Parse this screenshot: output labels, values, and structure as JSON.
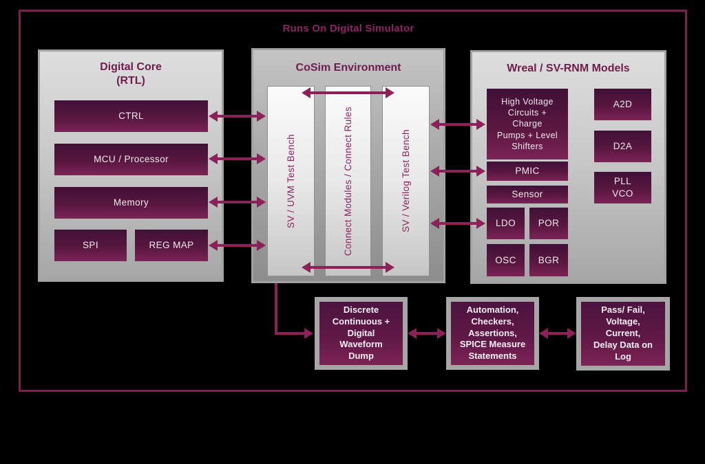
{
  "title": "Runs On Digital Simulator",
  "colors": {
    "accent": "#8a2159",
    "frame_border": "#7b2150",
    "heading_text": "#6e1b4d",
    "block_gradient_top": "#401036",
    "block_gradient_bottom": "#7b2355",
    "panel_gray_light": "#dedede",
    "panel_gray_dark": "#8d8d8d",
    "block_text": "#f3eaf0"
  },
  "digital_core": {
    "title": "Digital Core\n(RTL)",
    "blocks": [
      "CTRL",
      "MCU / Processor",
      "Memory"
    ],
    "blocks_small": [
      "SPI",
      "REG MAP"
    ]
  },
  "cosim": {
    "title": "CoSim Environment",
    "columns": [
      "SV / UVM Test Bench",
      "Connect Modules / Connect Rules",
      "SV / Verilog Test Bench"
    ]
  },
  "wreal": {
    "title": "Wreal / SV-RNM Models",
    "high_voltage": "High Voltage\nCircuits +\nCharge\nPumps + Level\nShifters",
    "pmic": "PMIC",
    "sensor": "Sensor",
    "ldo": "LDO",
    "por": "POR",
    "osc": "OSC",
    "bgr": "BGR",
    "a2d": "A2D",
    "d2a": "D2A",
    "pll_vco": "PLL\nVCO"
  },
  "outputs": {
    "waveform_dump": "Discrete\nContinuous +\nDigital\nWaveform\nDump",
    "automation": "Automation,\nCheckers,\nAssertions,\nSPICE Measure\nStatements",
    "results_log": "Pass/ Fail,\nVoltage,\nCurrent,\nDelay Data on\nLog"
  }
}
